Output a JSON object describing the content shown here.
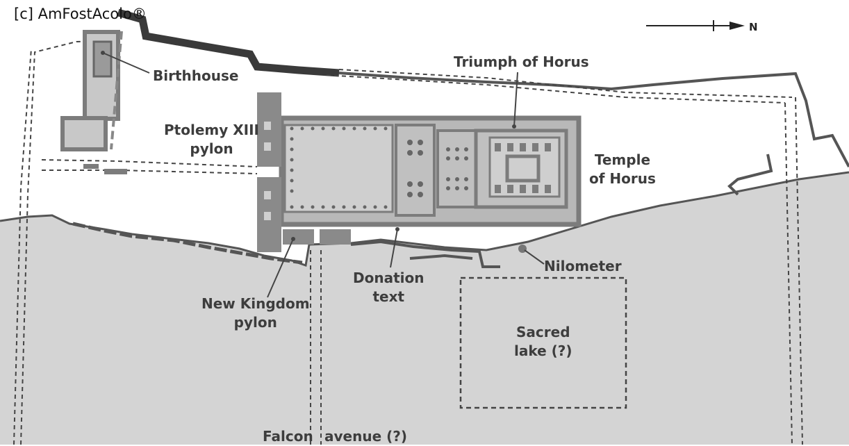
{
  "watermark": "[c] AmFostAcolo®",
  "compass": {
    "label": "N"
  },
  "labels": {
    "birthhouse": "Birthhouse",
    "ptolemy": [
      "Ptolemy XIII",
      "pylon"
    ],
    "triumph": "Triumph of Horus",
    "temple": [
      "Temple",
      "of Horus"
    ],
    "new_kingdom": [
      "New Kingdom",
      "pylon"
    ],
    "donation": [
      "Donation",
      "text"
    ],
    "nilometer": "Nilometer",
    "sacred_lake": [
      "Sacred",
      "lake (?)"
    ],
    "falcon_1": "Falcon",
    "falcon_2": "avenue (?)"
  },
  "colors": {
    "background": "#ffffff",
    "ground": "#d4d4d4",
    "wall": "#3a3a3a",
    "temple_fill": "#b8b8b8",
    "temple_wall": "#7c7c7c",
    "dashed": "#444444",
    "text": "#3d3d3d"
  }
}
